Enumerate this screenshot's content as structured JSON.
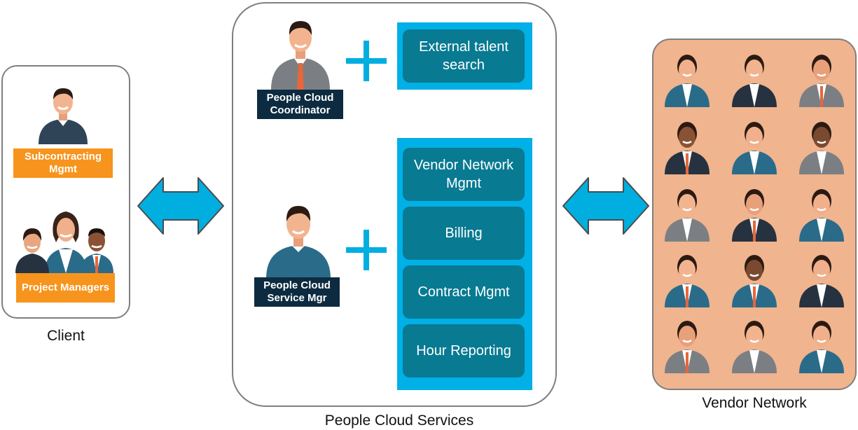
{
  "client": {
    "caption": "Client",
    "subcontracting_label": "Subcontracting Mgmt",
    "project_managers_label": "Project Managers"
  },
  "people_cloud": {
    "caption": "People Cloud Services",
    "coordinator_label": "People Cloud Coordinator",
    "service_mgr_label": "People Cloud Service Mgr",
    "external_talent": "External talent search",
    "services": [
      "Vendor Network Mgmt",
      "Billing",
      "Contract Mgmt",
      "Hour Reporting"
    ]
  },
  "vendor": {
    "caption": "Vendor Network"
  },
  "colors": {
    "accent_blue": "#00b0e6",
    "service_teal": "#087a92",
    "orange": "#f7941d",
    "navy": "#0d2b40",
    "vendor_bg": "#f0b48e"
  }
}
